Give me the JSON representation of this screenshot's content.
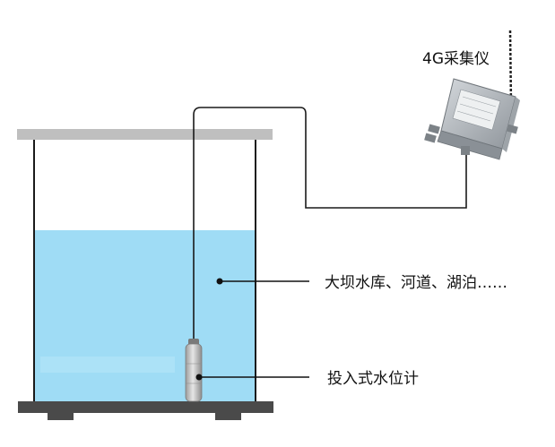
{
  "device_label": "4G采集仪",
  "water_body_label": "大坝水库、河道、湖泊……",
  "sensor_label": "投入式水位计",
  "colors": {
    "water": "#9fdcf5",
    "tank_wall": "#1a1a1a",
    "slab": "#bfbfbf",
    "base": "#4a4a4a",
    "cable": "#1a1a1a",
    "device_body": "#b9bec3"
  }
}
